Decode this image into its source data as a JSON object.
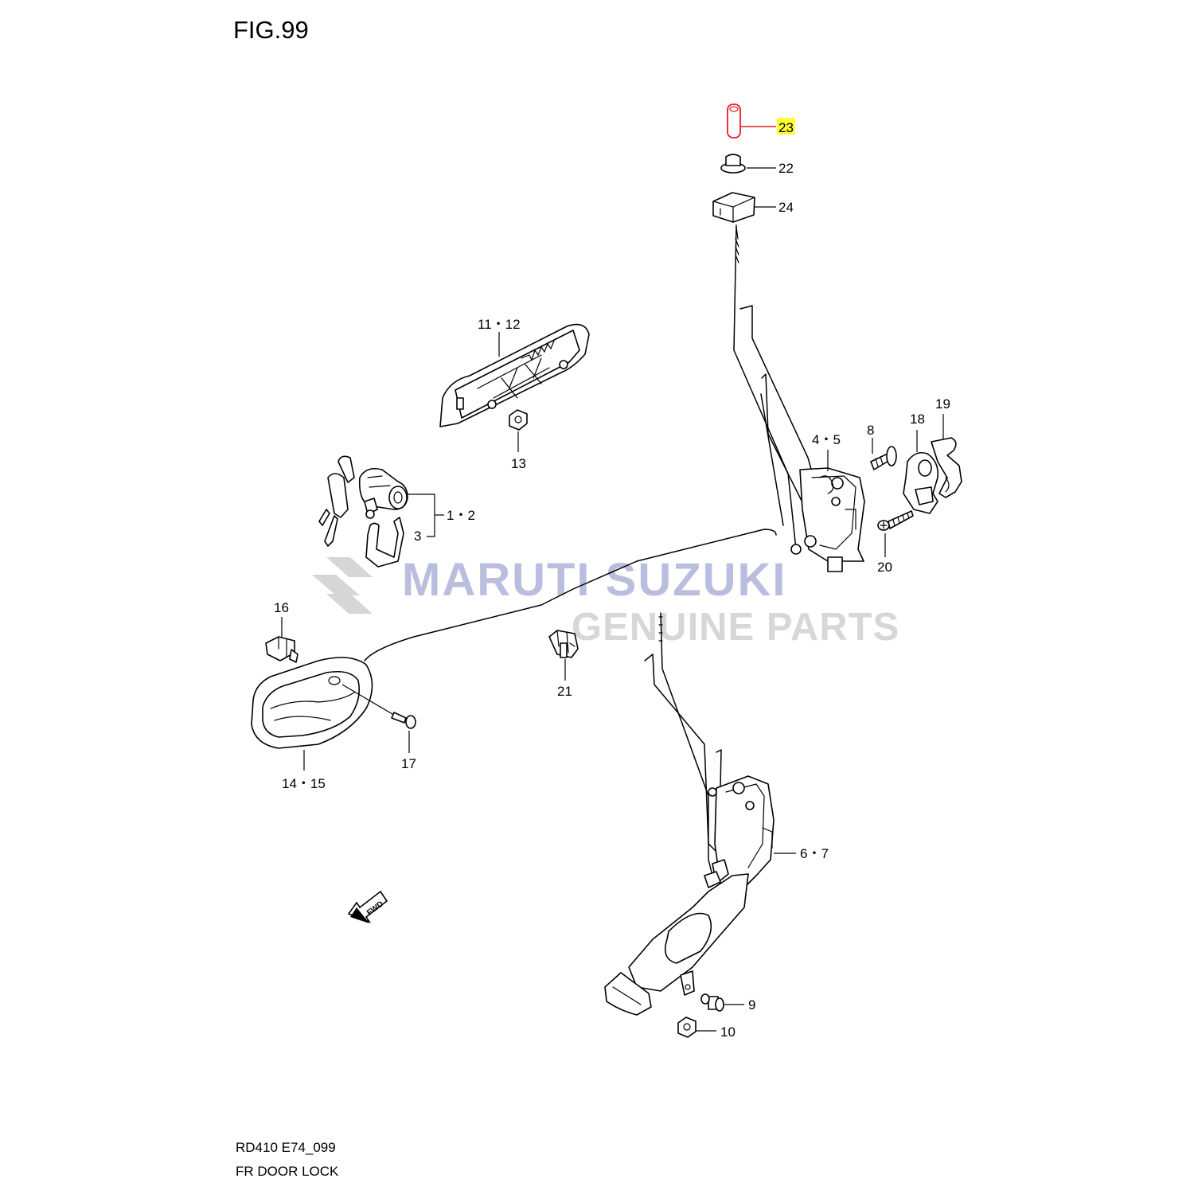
{
  "figure": {
    "title": "FIG.99"
  },
  "watermark": {
    "brand": "MARUTI SUZUKI",
    "tagline": "GENUINE PARTS",
    "brand_color": "#b9bede",
    "tagline_color": "#d7d7d7",
    "logo_icon": "suzuki-s-logo-icon"
  },
  "callouts": [
    {
      "id": "23",
      "label": "23",
      "highlighted": true
    },
    {
      "id": "22",
      "label": "22"
    },
    {
      "id": "24",
      "label": "24"
    },
    {
      "id": "11-12",
      "label": "11・12"
    },
    {
      "id": "13",
      "label": "13"
    },
    {
      "id": "1-2",
      "label": "1・2"
    },
    {
      "id": "3",
      "label": "3"
    },
    {
      "id": "4-5",
      "label": "4・5"
    },
    {
      "id": "8",
      "label": "8"
    },
    {
      "id": "18",
      "label": "18"
    },
    {
      "id": "19",
      "label": "19"
    },
    {
      "id": "20",
      "label": "20"
    },
    {
      "id": "16",
      "label": "16"
    },
    {
      "id": "21",
      "label": "21"
    },
    {
      "id": "17",
      "label": "17"
    },
    {
      "id": "14-15",
      "label": "14・15"
    },
    {
      "id": "6-7",
      "label": "6・7"
    },
    {
      "id": "9",
      "label": "9"
    },
    {
      "id": "10",
      "label": "10"
    }
  ],
  "direction_badge": "FWD",
  "highlight_color": "#ffff33",
  "highlight_part_color": "#e31e24",
  "footer": {
    "code": "RD410 E74_099",
    "caption": "FR DOOR LOCK"
  }
}
